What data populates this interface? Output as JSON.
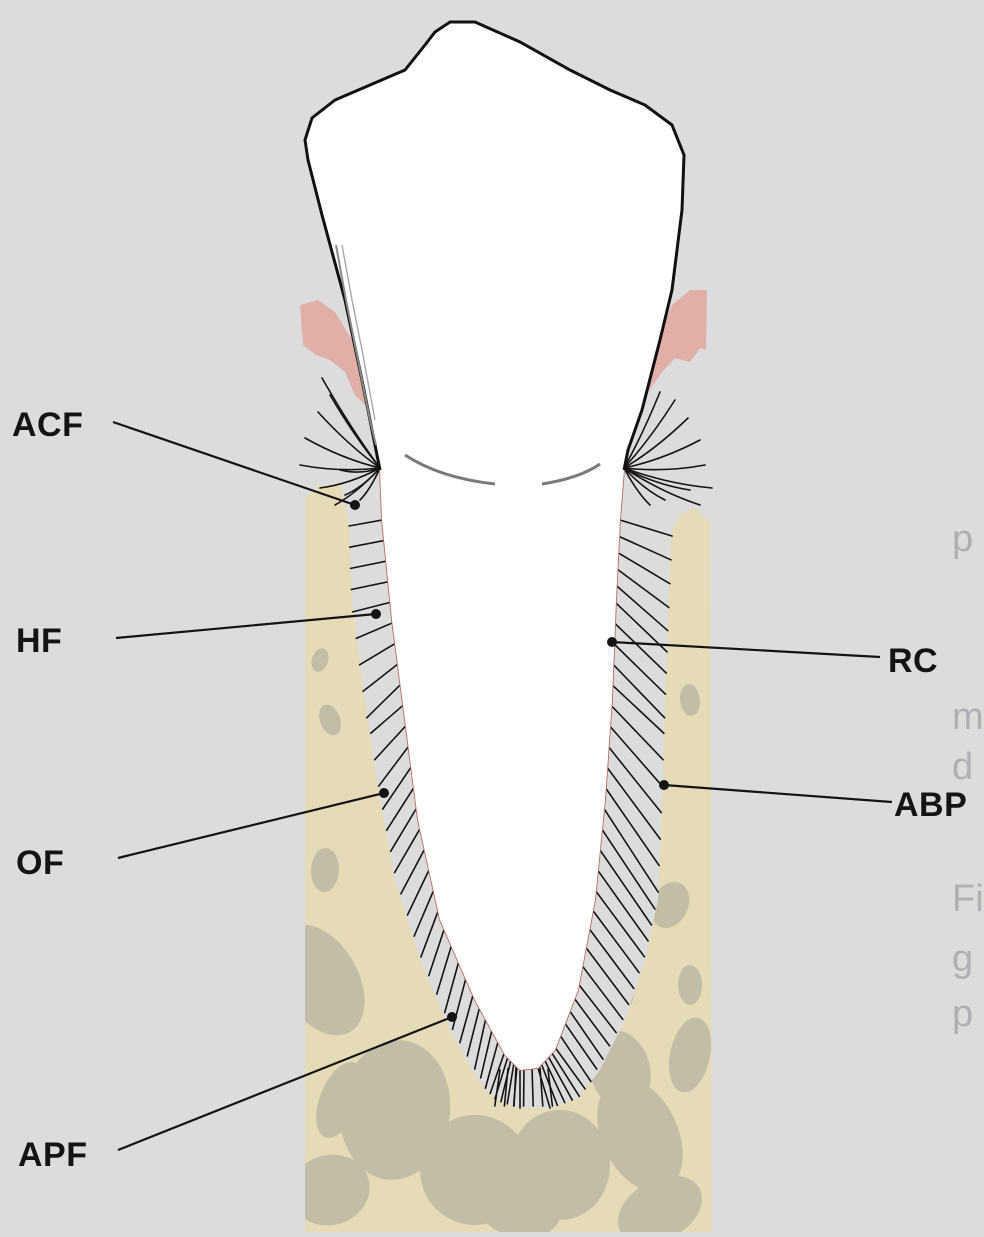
{
  "labels": {
    "acf": "ACF",
    "hf": "HF",
    "of": "OF",
    "apf": "APF",
    "rc": "RC",
    "abp": "ABP"
  },
  "colors": {
    "page": "#dcdcdd",
    "bone": "#e5dbb6",
    "bone_marrow": "#c1bda6",
    "gingiva": "#e0b0a8",
    "fiber": "#141414",
    "root_outline": "#b56f66"
  },
  "background_text": {
    "line1": "p",
    "line2": "m",
    "line3": "d",
    "line4": "Fi",
    "line5": "g",
    "line6": "p"
  }
}
